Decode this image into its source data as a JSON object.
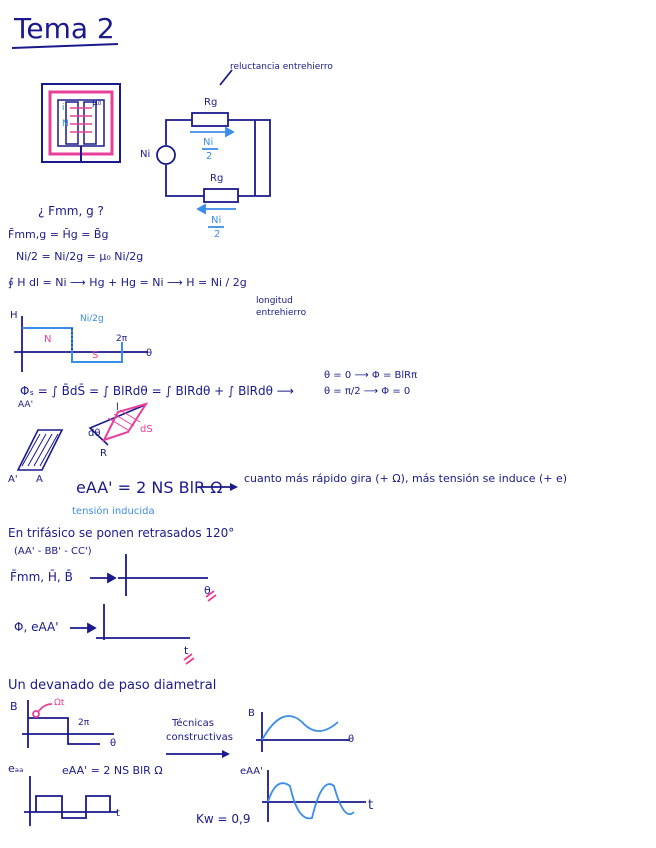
{
  "title": "Tema 2",
  "circuit": {
    "reluctance_note": "reluctancia entrehierro",
    "top_label": "Rg",
    "bottom_label": "Rg",
    "source_label": "Ni",
    "flux_top_num": "Ni",
    "flux_top_den": "2",
    "flux_bottom_num": "Ni",
    "flux_bottom_den": "2",
    "core_labels": [
      "i",
      "N",
      "μ₀"
    ]
  },
  "question": "¿ Fmm, g ?",
  "eq1": "F̄mm,g = H̄g = B̄g",
  "eq2_left": "Ni/2 = Ni/2g = μ₀ Ni/2g",
  "eq3": "∮ H dl = Ni  ⟶  Hg + Hg = Ni  ⟶  H = Ni / 2g",
  "eq3_note_line1": "longitud",
  "eq3_note_line2": "entrehierro",
  "graph1": {
    "y_label": "H",
    "top_label": "Ni/2g",
    "N_label": "N",
    "S_label": "S",
    "period_label": "2π",
    "x_label": "θ"
  },
  "flux_eq": "Φₛ = ∫ B̄dS̄ = ∫ BlRdθ = ∫ BlRdθ + ∫ BlRdθ  ⟶",
  "flux_sub": "AA'",
  "flux_cases": [
    "θ = 0  ⟶  Φ = BlRπ",
    "θ = π/2  ⟶  Φ = 0"
  ],
  "diagram_labels": [
    "dθ",
    "l",
    "R",
    "dS",
    "A'",
    "A"
  ],
  "emf_eq": "eAA' = 2 NS BlR Ω",
  "emf_note": "cuanto más rápido gira (+ Ω), más tensión se induce (+ e)",
  "emf_caption": "tensión inducida",
  "trifasico_line1": "En trifásico se ponen retrasados 120°",
  "trifasico_line2": "(AA' - BB' - CC')",
  "plot_a_label": "F̄mm, H̄, B̄",
  "plot_a_axis": "θ",
  "plot_b_label": "Φ, eAA'",
  "plot_b_axis": "t",
  "devanado_title": "Un devanado de paso diametral",
  "graph_b_label": "B",
  "graph_b_omega": "Ωt",
  "graph_b_period": "2π",
  "graph_b_axis": "θ",
  "tecnicas_line1": "Técnicas",
  "tecnicas_line2": "constructivas",
  "graph_b2_label": "B",
  "graph_b2_axis": "θ",
  "e_label": "eₐₐ",
  "e_eq": "eAA' = 2 NS BlR Ω",
  "e_axis": "t",
  "e2_label": "eAA'",
  "e2_axis": "t",
  "kw": "Kw = 0,9"
}
